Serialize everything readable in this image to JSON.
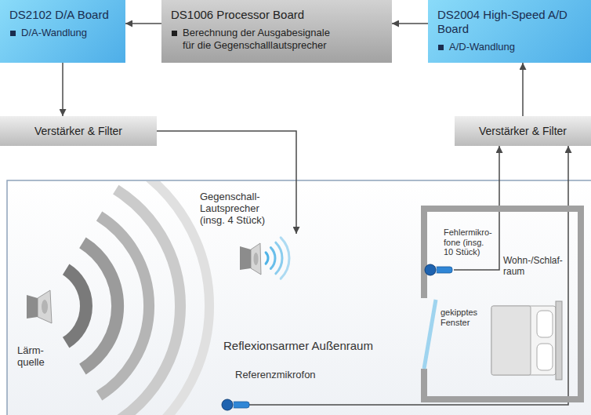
{
  "diagram": {
    "nodes": [
      {
        "text": [
          "DS2102 D/A Board",
          "D/A-Wandlung"
        ]
      },
      {
        "text": [
          "DS1006 Processor Board",
          "Berechnung der Ausgabesignale für die Gegenschalllautsprecher"
        ]
      },
      {
        "text": [
          "DS2004 High-Speed A/D Board",
          "A/D-Wandlung"
        ]
      },
      {
        "text": [
          "Verstärker & Filter"
        ]
      },
      {
        "text": [
          "Verstärker & Filter"
        ]
      },
      {
        "text": [
          "Reflexionsarmer Außenraum"
        ]
      },
      {
        "text": [
          "Lärm- quelle"
        ],
        "in": 5
      },
      {
        "text": [
          "Gegenschall- Lautsprecher (insg. 4 Stück)"
        ],
        "in": 5
      },
      {
        "text": [
          "Wohn-/Schlaf- raum"
        ],
        "in": 5
      },
      {
        "text": [
          "Fehlermikro- fone (insg. 10 Stück)"
        ],
        "in": 8
      },
      {
        "text": [
          "Referenzmikrofon"
        ],
        "in": 5
      }
    ],
    "edges": [
      {
        "from": 1,
        "to": 0,
        "arrow": "to"
      },
      {
        "from": 2,
        "to": 1,
        "arrow": "to"
      },
      {
        "from": 0,
        "to": 3,
        "arrow": "to"
      },
      {
        "from": 3,
        "to": 7,
        "arrow": "to"
      },
      {
        "from": 4,
        "to": 2,
        "arrow": "to"
      },
      {
        "from": 9,
        "to": 4,
        "arrow": "to"
      },
      {
        "from": 10,
        "to": 4,
        "arrow": "to"
      }
    ],
    "labels": [
      "gekipptes Fenster"
    ]
  }
}
